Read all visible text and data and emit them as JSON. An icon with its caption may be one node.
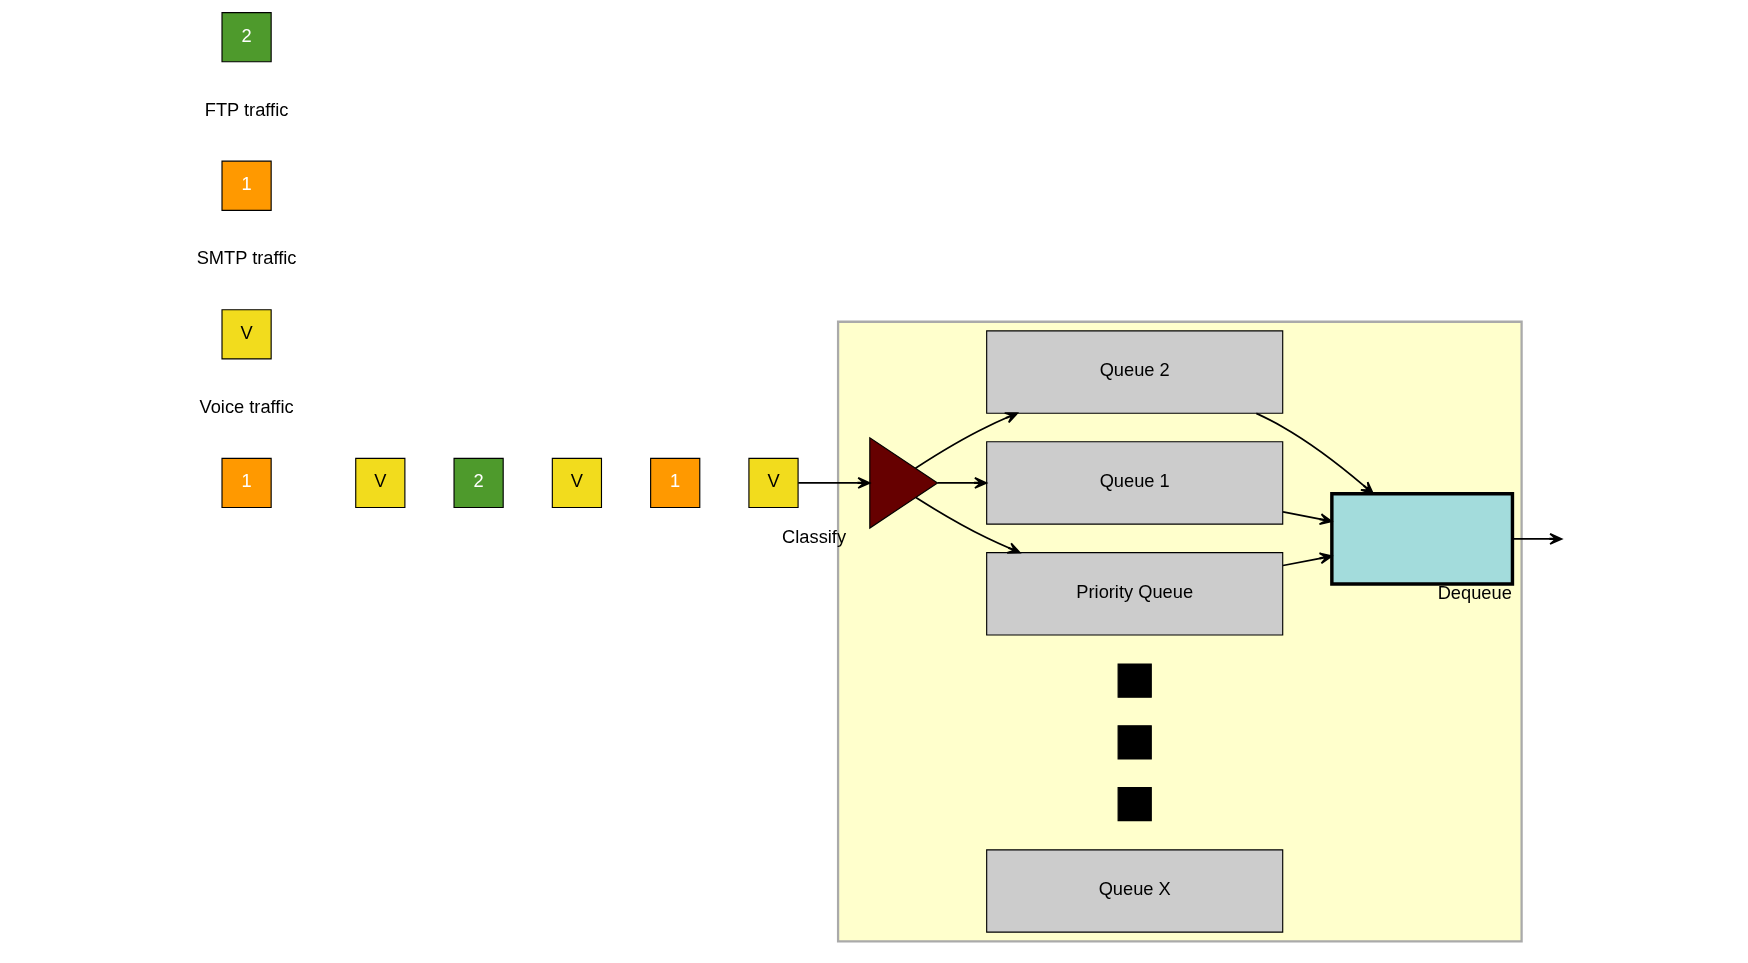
{
  "diagram": {
    "nodes": [
      {
        "text": [],
        "shape": "box"
      },
      {
        "text": [
          "1"
        ]
      },
      {
        "text": [
          "V"
        ]
      },
      {
        "text": [
          "2"
        ]
      },
      {
        "text": [
          "V"
        ]
      },
      {
        "text": [
          "1"
        ]
      },
      {
        "text": [
          "V"
        ]
      },
      {
        "text": [
          "Classify"
        ],
        "in": 0
      },
      {
        "text": [
          "Priority Queue"
        ],
        "in": 0
      },
      {
        "text": [
          "Queue 1"
        ],
        "in": 0
      },
      {
        "text": [
          "Queue 2"
        ],
        "in": 0
      },
      {
        "text": [],
        "shape": "box",
        "in": 0
      },
      {
        "text": [],
        "shape": "box",
        "in": 0
      },
      {
        "text": [],
        "shape": "box",
        "in": 0
      },
      {
        "text": [
          "Queue X"
        ],
        "in": 0
      },
      {
        "text": [
          "Dequeue"
        ],
        "in": 0
      },
      {
        "text": [
          "V"
        ],
        "beside": [
          "Voice traffic"
        ]
      },
      {
        "text": [
          "1"
        ],
        "beside": [
          "SMTP traffic"
        ]
      },
      {
        "text": [
          "2"
        ],
        "beside": [
          "FTP traffic"
        ]
      }
    ],
    "edges": [
      {
        "from": 6,
        "to": 7,
        "arrow": "to"
      },
      {
        "from": 7,
        "to": 8,
        "arrow": "to"
      },
      {
        "from": 7,
        "to": 9,
        "arrow": "to"
      },
      {
        "from": 7,
        "to": 10,
        "arrow": "to"
      },
      {
        "from": 8,
        "to": 15,
        "arrow": "to"
      },
      {
        "from": 9,
        "to": 15,
        "arrow": "to"
      },
      {
        "from": 10,
        "to": 15,
        "arrow": "to"
      },
      {
        "from": 15,
        "to": null,
        "arrow": "to"
      }
    ]
  }
}
